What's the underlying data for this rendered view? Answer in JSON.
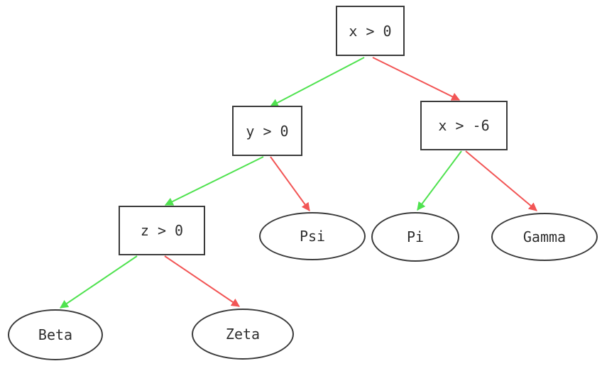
{
  "diagram": {
    "type": "decision-tree",
    "background": "#ffffff",
    "colors": {
      "true_branch": "#4fe24f",
      "false_branch": "#f25555",
      "node_border": "#3b3b3b",
      "node_text": "#2e2e2e"
    },
    "nodes": [
      {
        "id": "root",
        "label": "x > 0",
        "shape": "rect"
      },
      {
        "id": "y0",
        "label": "y > 0",
        "shape": "rect"
      },
      {
        "id": "xm6",
        "label": "x > -6",
        "shape": "rect"
      },
      {
        "id": "z0",
        "label": "z > 0",
        "shape": "rect"
      },
      {
        "id": "psi",
        "label": "Psi",
        "shape": "ellipse"
      },
      {
        "id": "pi",
        "label": "Pi",
        "shape": "ellipse"
      },
      {
        "id": "gamma",
        "label": "Gamma",
        "shape": "ellipse"
      },
      {
        "id": "beta",
        "label": "Beta",
        "shape": "ellipse"
      },
      {
        "id": "zeta",
        "label": "Zeta",
        "shape": "ellipse"
      }
    ],
    "edges": [
      {
        "from": "root",
        "to": "y0",
        "branch": "true"
      },
      {
        "from": "root",
        "to": "xm6",
        "branch": "false"
      },
      {
        "from": "y0",
        "to": "z0",
        "branch": "true"
      },
      {
        "from": "y0",
        "to": "psi",
        "branch": "false"
      },
      {
        "from": "xm6",
        "to": "pi",
        "branch": "true"
      },
      {
        "from": "xm6",
        "to": "gamma",
        "branch": "false"
      },
      {
        "from": "z0",
        "to": "beta",
        "branch": "true"
      },
      {
        "from": "z0",
        "to": "zeta",
        "branch": "false"
      }
    ]
  }
}
